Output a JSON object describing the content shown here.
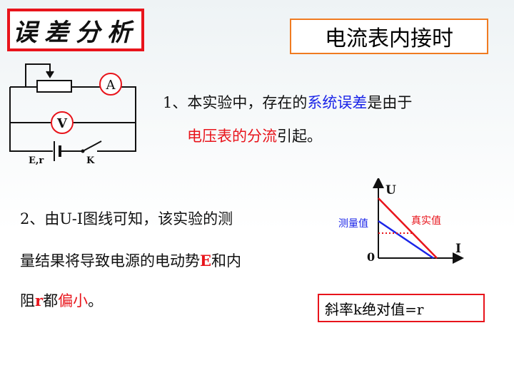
{
  "title": "误差分析",
  "subtitle": "电流表内接时",
  "circuit": {
    "ammeter_label": "A",
    "voltmeter_label": "V",
    "battery_label": "E,r",
    "switch_label": "K"
  },
  "point1": {
    "prefix": "1、本实验中，存在的",
    "highlight_blue": "系统误差",
    "middle": "是由于",
    "highlight_red": "电压表的分流",
    "suffix": "引起。"
  },
  "point2": {
    "line1": "2、由U-I图线可知，该实验的测",
    "line2_prefix": "量结果将导致电源的电动势",
    "emf_symbol": "E",
    "line2_suffix": "和内",
    "line3_prefix": "阻",
    "r_symbol": "r",
    "line3_middle": "都",
    "highlight_red": "偏小",
    "line3_suffix": "。"
  },
  "graph": {
    "y_axis_label": "U",
    "x_axis_label": "I",
    "origin_label": "0",
    "measured_label": "测量值",
    "true_label": "真实值"
  },
  "slope_note": "斜率k绝对值=r",
  "colors": {
    "accent_red": "#e8141b",
    "accent_blue": "#1a24e8",
    "subtitle_border": "#f07b21"
  }
}
